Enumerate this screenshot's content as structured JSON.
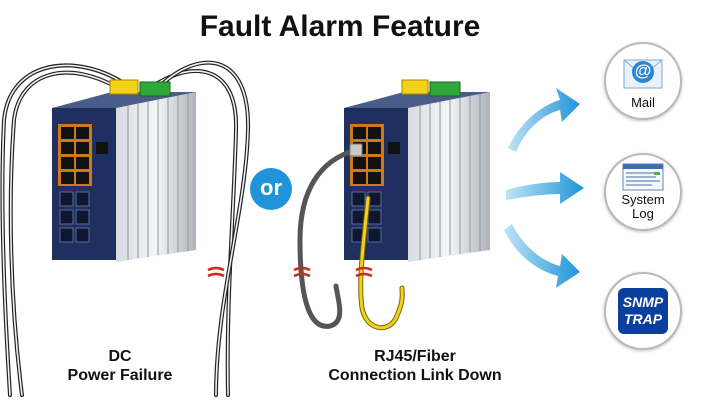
{
  "title": "Fault Alarm Feature",
  "or_label": "or",
  "captions": {
    "left": {
      "line1": "DC",
      "line2": "Power Failure"
    },
    "middle": {
      "line1": "RJ45/Fiber",
      "line2": "Connection Link Down"
    }
  },
  "notifications": [
    {
      "id": "mail",
      "label": "Mail",
      "icon_text": "@"
    },
    {
      "id": "system-log",
      "label_line1": "System",
      "label_line2": "Log"
    },
    {
      "id": "snmp-trap",
      "text_line1": "SNMP",
      "text_line2": "TRAP"
    }
  ],
  "colors": {
    "switch_front": "#1f2f5f",
    "switch_side": "#b9bec6",
    "terminal_yellow": "#f2d21b",
    "terminal_green": "#2fa83a",
    "cable_red_break": "#cc2a1e",
    "cable_yellow": "#f3d21a",
    "cable_gray": "#555555",
    "arrow_blue": "#1f94d8",
    "snmp_blue": "#0b3f9c"
  }
}
